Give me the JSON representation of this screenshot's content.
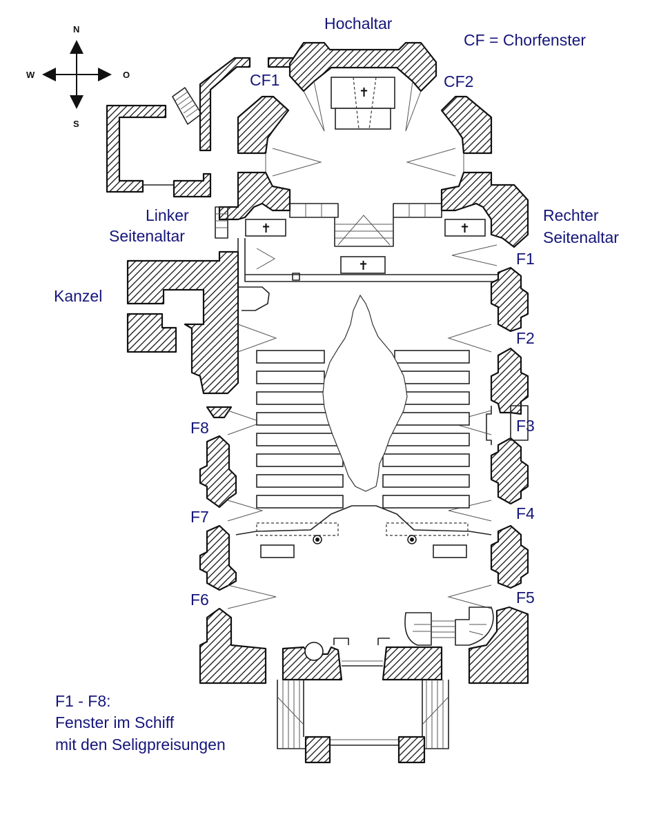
{
  "compass": {
    "north": "N",
    "south": "S",
    "west": "W",
    "east": "O"
  },
  "labels": {
    "hochaltar": "Hochaltar",
    "legend_cf": "CF = Chorfenster",
    "cf1": "CF1",
    "cf2": "CF2",
    "linker_line1": "Linker",
    "linker_line2": "Seitenaltar",
    "rechter_line1": "Rechter",
    "rechter_line2": "Seitenaltar",
    "kanzel": "Kanzel",
    "f1": "F1",
    "f2": "F2",
    "f3": "F3",
    "f4": "F4",
    "f5": "F5",
    "f6": "F6",
    "f7": "F7",
    "f8": "F8"
  },
  "legend": {
    "line1": "F1 - F8:",
    "line2": "Fenster im Schiff",
    "line3": "mit den Seligpreisungen"
  },
  "colors": {
    "label_text": "#15157a",
    "drawing_ink": "#111111",
    "background": "#ffffff"
  }
}
